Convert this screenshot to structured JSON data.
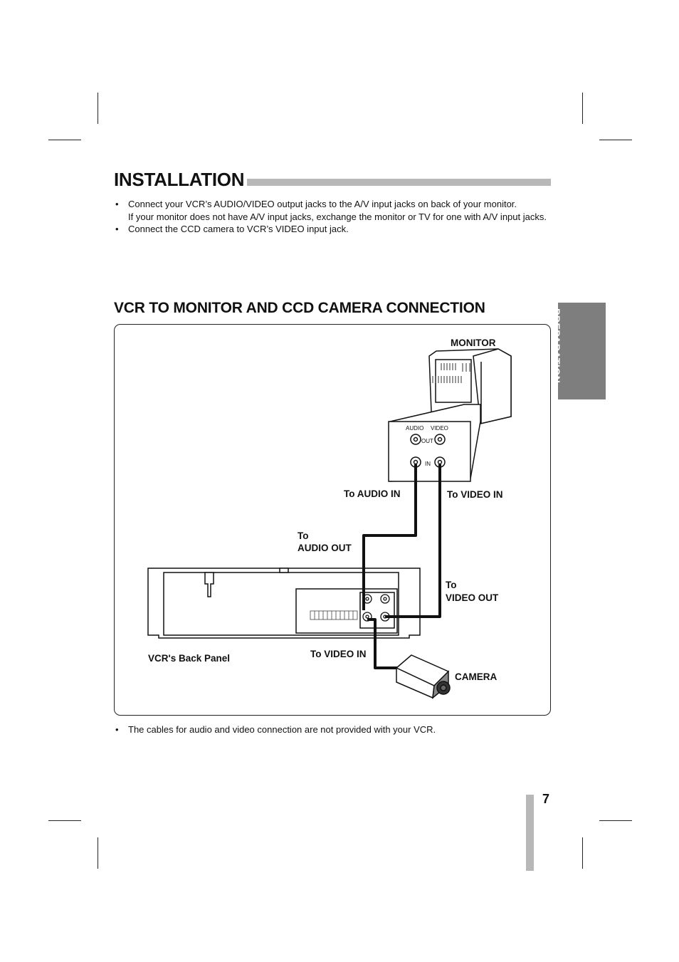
{
  "title": "INSTALLATION",
  "intro_bullets": [
    {
      "text": "Connect your VCR’s AUDIO/VIDEO output jacks to the A/V input jacks on back of your monitor.",
      "sub": "If your monitor does not have A/V input jacks, exchange the monitor or TV for one with A/V input jacks."
    },
    {
      "text": "Connect the CCD camera to VCR’s VIDEO input jack."
    }
  ],
  "section_heading": "VCR TO MONITOR AND CCD CAMERA CONNECTION",
  "side_tab": "PREPARATION",
  "diagram": {
    "monitor": "MONITOR",
    "jack_audio": "AUDIO",
    "jack_video": "VIDEO",
    "jack_out": "OUT",
    "jack_in": "IN",
    "to_audio_in": "To AUDIO IN",
    "to_video_in_monitor": "To VIDEO IN",
    "to_audio_out_1": "To",
    "to_audio_out_2": "AUDIO OUT",
    "to_video_out_1": "To",
    "to_video_out_2": "VIDEO OUT",
    "vcr_back_panel": "VCR's Back Panel",
    "to_video_in_vcr": "To VIDEO IN",
    "camera": "CAMERA"
  },
  "footer_note": "The cables for audio and video connection are not provided with your VCR.",
  "page_number": "7"
}
